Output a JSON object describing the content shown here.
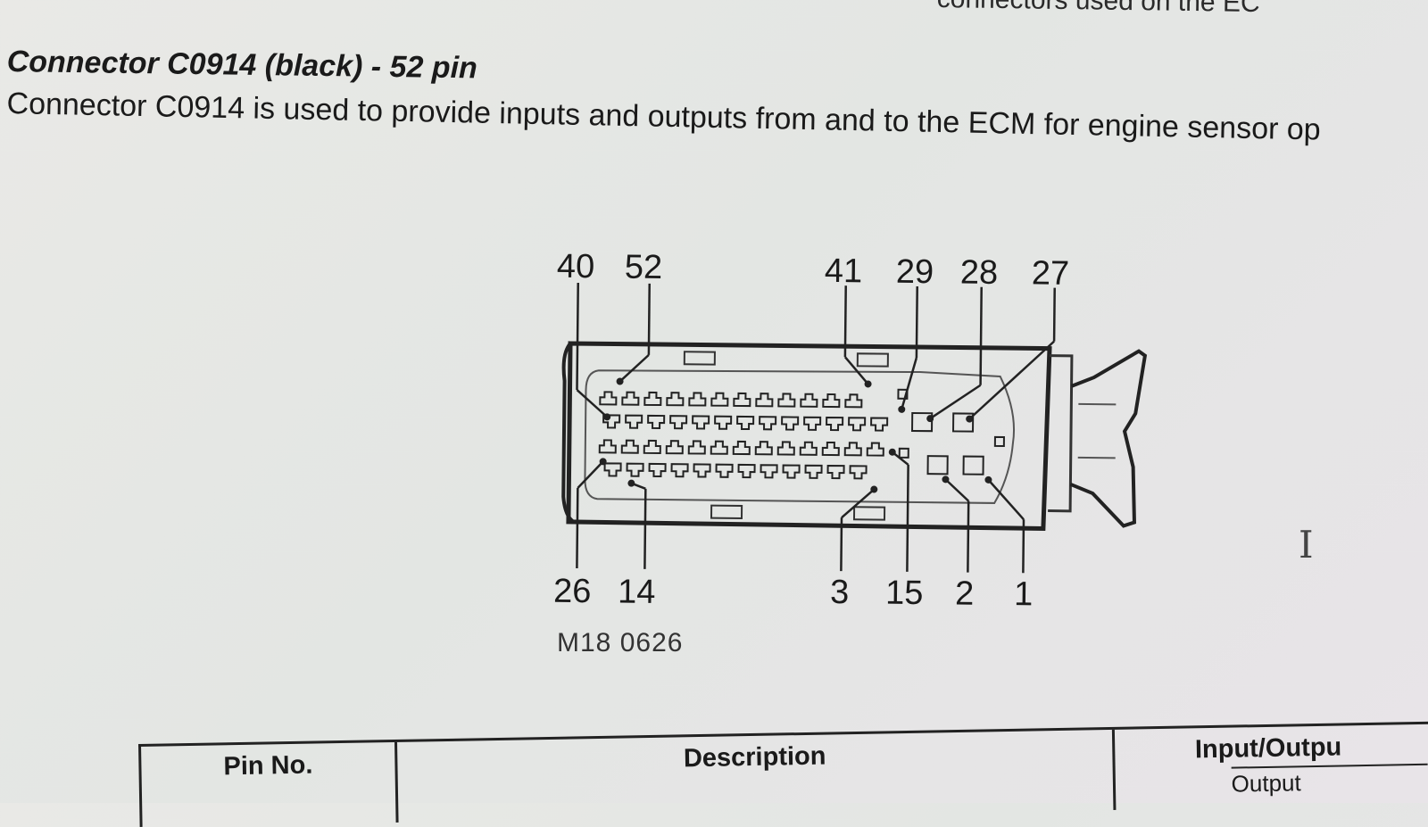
{
  "page": {
    "top_fragment": "connectors used on the EC",
    "heading": "Connector C0914 (black) - 52 pin",
    "intro": "Connector C0914 is used to provide inputs and outputs from and to the ECM for engine sensor op"
  },
  "diagram": {
    "labels_top": [
      "40",
      "52",
      "41",
      "29",
      "28",
      "27"
    ],
    "labels_bottom": [
      "26",
      "14",
      "3",
      "15",
      "2",
      "1"
    ],
    "figure_code": "M18 0626"
  },
  "table": {
    "headers": [
      "Pin No.",
      "Description",
      "Input/Outpu"
    ],
    "first_row_io": "Output"
  }
}
